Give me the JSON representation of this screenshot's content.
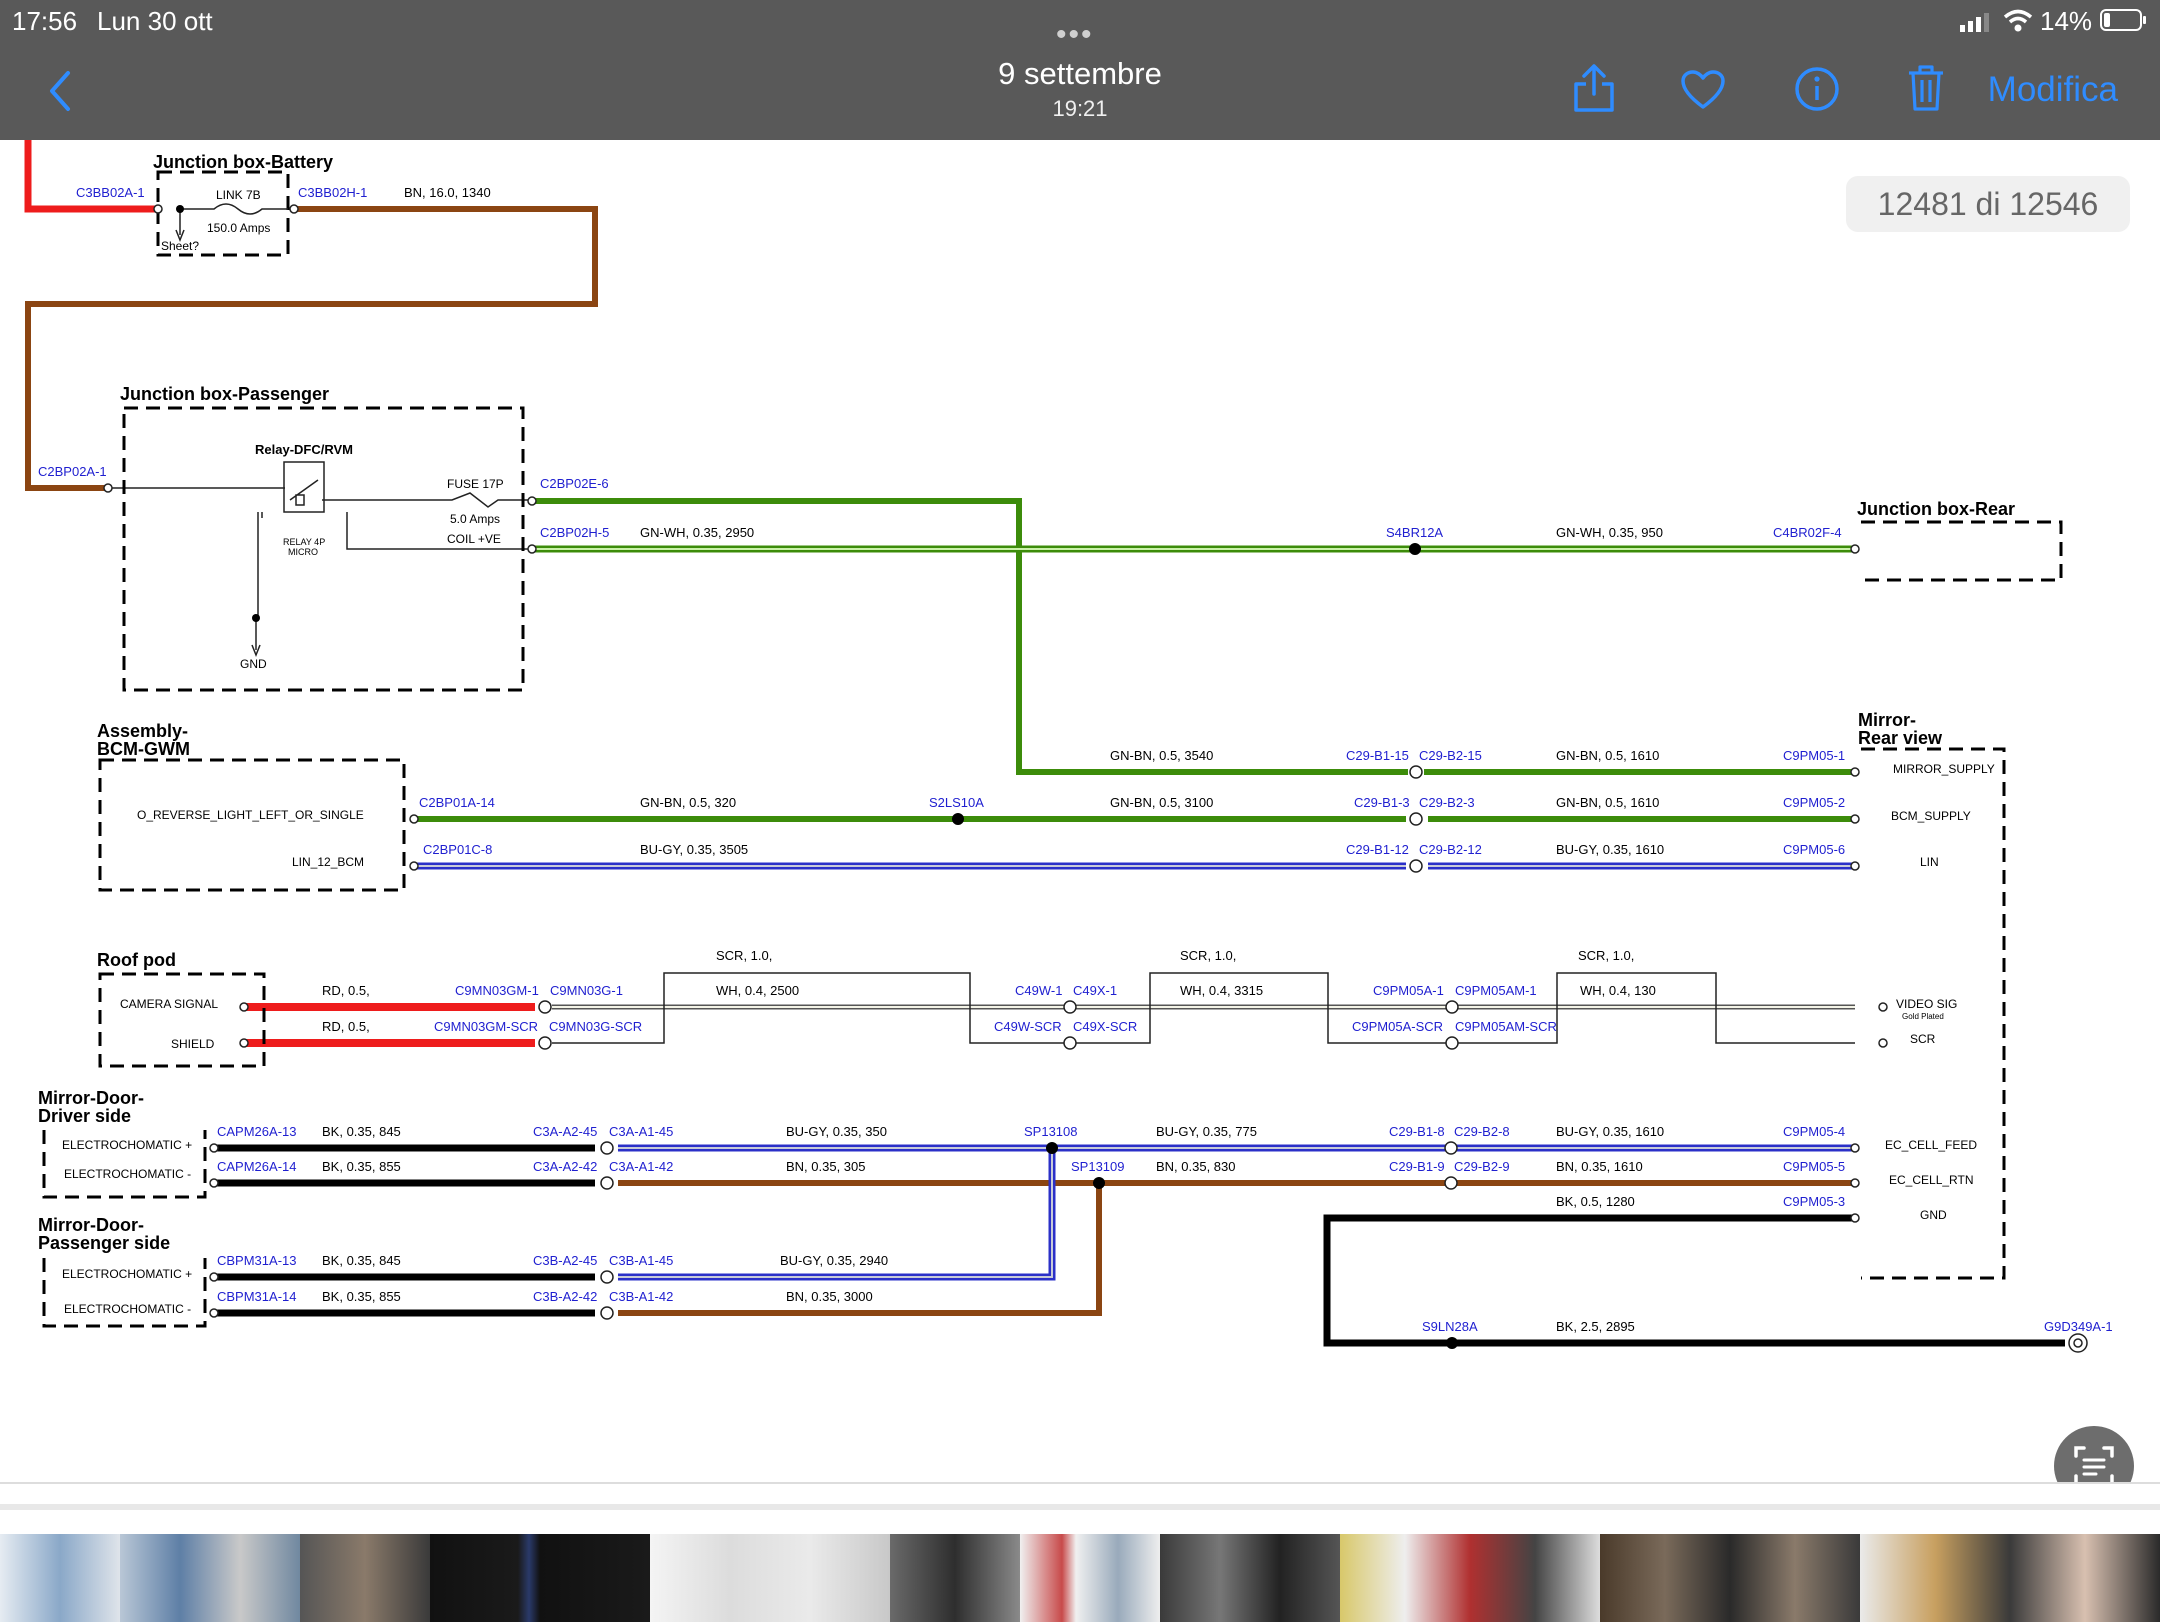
{
  "status_bar": {
    "time": "17:56",
    "date": "Lun 30 ott",
    "battery": "14%"
  },
  "nav": {
    "title": "9 settembre",
    "subtitle": "19:21",
    "edit_label": "Modifica"
  },
  "counter": "12481 di 12546",
  "colors": {
    "accent": "#2f8cff",
    "bar": "#595959",
    "wire_red": "#ee1c1c",
    "wire_brown": "#8b4512",
    "wire_green": "#3c8c0a",
    "wire_blue": "#2b30c8",
    "label_blue": "#1f1fd0"
  },
  "diagram": {
    "blocks": {
      "jb_battery": {
        "title": "Junction box-Battery",
        "link": "LINK 7B",
        "amps": "150.0 Amps",
        "sheet": "Sheet?"
      },
      "jb_passenger": {
        "title": "Junction box-Passenger",
        "relay": "Relay-DFC/RVM",
        "relay_sub1": "RELAY 4P",
        "relay_sub2": "MICRO",
        "fuse": "FUSE 17P",
        "fuse_amps": "5.0 Amps",
        "coil": "COIL +VE",
        "gnd": "GND"
      },
      "jb_rear": {
        "title": "Junction box-Rear"
      },
      "bcm": {
        "title1": "Assembly-",
        "title2": "BCM-GWM",
        "pin1": "O_REVERSE_LIGHT_LEFT_OR_SINGLE",
        "pin2": "LIN_12_BCM"
      },
      "roof": {
        "title": "Roof pod",
        "pin1": "CAMERA SIGNAL",
        "pin2": "SHIELD"
      },
      "mirror_driver": {
        "title1": "Mirror-Door-",
        "title2": "Driver side",
        "pin1": "ELECTROCHOMATIC +",
        "pin2": "ELECTROCHOMATIC -"
      },
      "mirror_pass": {
        "title1": "Mirror-Door-",
        "title2": "Passenger side",
        "pin1": "ELECTROCHOMATIC +",
        "pin2": "ELECTROCHOMATIC -"
      },
      "mirror_rear": {
        "title1": "Mirror-",
        "title2": "Rear view",
        "pin1": "MIRROR_SUPPLY",
        "pin2": "BCM_SUPPLY",
        "pin3": "LIN",
        "pin4": "VIDEO SIG",
        "pin4b": "Gold Plated",
        "pin5": "SCR",
        "pin6": "EC_CELL_FEED",
        "pin7": "EC_CELL_RTN",
        "pin8": "GND"
      }
    },
    "connectors": {
      "c1": "C3BB02A-1",
      "c2": "C3BB02H-1",
      "c3": "C2BP02A-1",
      "c4": "C2BP02E-6",
      "c5": "C2BP02H-5",
      "c6": "S4BR12A",
      "c7": "C4BR02F-4",
      "c8": "C29-B1-15",
      "c9": "C29-B2-15",
      "c10": "C9PM05-1",
      "c11": "C2BP01A-14",
      "c12": "S2LS10A",
      "c13": "C29-B1-3",
      "c14": "C29-B2-3",
      "c15": "C9PM05-2",
      "c16": "C2BP01C-8",
      "c17": "C29-B1-12",
      "c18": "C29-B2-12",
      "c19": "C9PM05-6",
      "c20": "C9MN03GM-1",
      "c21": "C9MN03G-1",
      "c22": "C49W-1",
      "c23": "C49X-1",
      "c24": "C9PM05A-1",
      "c25": "C9PM05AM-1",
      "c26": "C9MN03GM-SCR",
      "c27": "C9MN03G-SCR",
      "c28": "C49W-SCR",
      "c29": "C49X-SCR",
      "c30": "C9PM05A-SCR",
      "c31": "C9PM05AM-SCR",
      "c32": "CAPM26A-13",
      "c33": "C3A-A2-45",
      "c34": "C3A-A1-45",
      "c35": "SP13108",
      "c36": "C29-B1-8",
      "c37": "C29-B2-8",
      "c38": "C9PM05-4",
      "c39": "CAPM26A-14",
      "c40": "C3A-A2-42",
      "c41": "C3A-A1-42",
      "c42": "SP13109",
      "c43": "C29-B1-9",
      "c44": "C29-B2-9",
      "c45": "C9PM05-5",
      "c46": "C9PM05-3",
      "c47": "CBPM31A-13",
      "c48": "C3B-A2-45",
      "c49": "C3B-A1-45",
      "c50": "CBPM31A-14",
      "c51": "C3B-A2-42",
      "c52": "C3B-A1-42",
      "c53": "S9LN28A",
      "c54": "G9D349A-1"
    },
    "wires": {
      "w1": "BN,  16.0,  1340",
      "w2": "GN-WH,  0.35,  2950",
      "w3": "GN-WH,  0.35,  950",
      "w4": "GN-BN,  0.5,  3540",
      "w5": "GN-BN,  0.5,  1610",
      "w6": "GN-BN,  0.5,  320",
      "w7": "GN-BN,  0.5,  3100",
      "w8": "GN-BN,  0.5,  1610",
      "w9": "BU-GY,  0.35,  3505",
      "w10": "BU-GY,  0.35,  1610",
      "w11": "RD,  0.5,",
      "w12": "RD,  0.5,",
      "w13": "SCR,  1.0,",
      "w14": "WH,  0.4,  2500",
      "w15": "SCR,  1.0,",
      "w16": "WH,  0.4,  3315",
      "w17": "SCR,  1.0,",
      "w18": "WH,  0.4,  130",
      "w19": "BK,  0.35,  845",
      "w20": "BU-GY,  0.35,  350",
      "w21": "BU-GY,  0.35,  775",
      "w22": "BU-GY,  0.35,  1610",
      "w23": "BK,  0.35,  855",
      "w24": "BN,  0.35,  305",
      "w25": "BN,  0.35,  830",
      "w26": "BN,  0.35,  1610",
      "w27": "BK,  0.5,  1280",
      "w28": "BK,  0.35,  845",
      "w29": "BU-GY,  0.35,  2940",
      "w30": "BK,  0.35,  855",
      "w31": "BN,  0.35,  3000",
      "w32": "BK,  2.5,  2895"
    }
  }
}
